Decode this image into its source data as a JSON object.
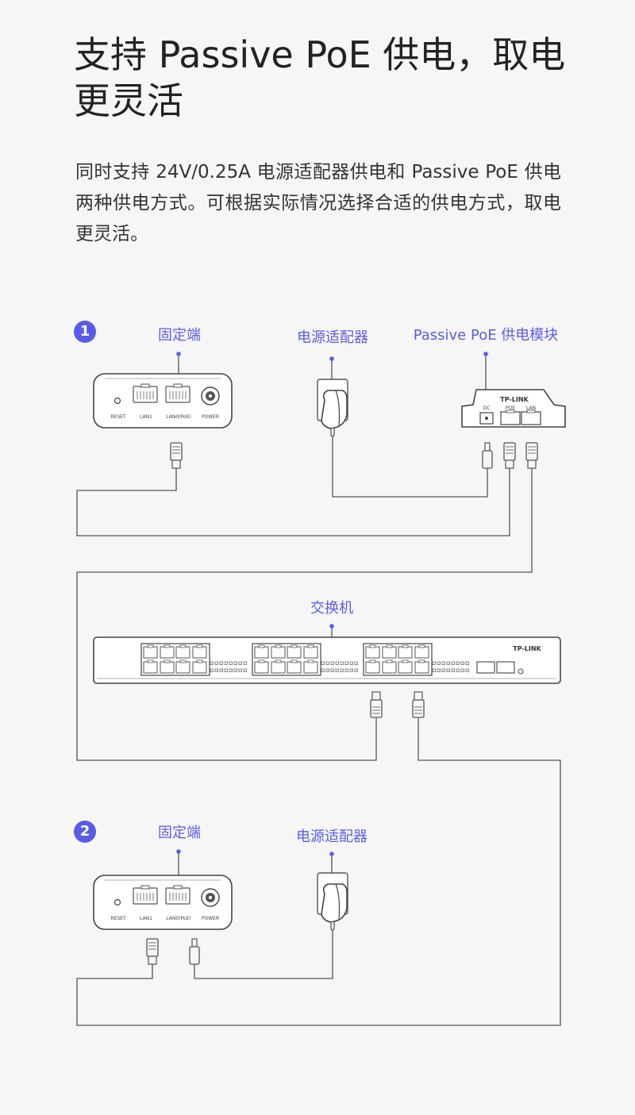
{
  "title": "支持 Passive PoE 供电，取电更灵活",
  "description": "同时支持 24V/0.25A 电源适配器供电和 Passive PoE 供电两种供电方式。可根据实际情况选择合适的供电方式，取电更灵活。",
  "scenario1": {
    "number": "1",
    "fixed_end_label": "固定端",
    "adapter_label": "电源适配器",
    "poe_module_label": "Passive PoE 供电模块",
    "device_ports": {
      "reset": "RESET",
      "lan1": "LAN1",
      "lan0": "LAN0(PoE)",
      "power": "POWER"
    },
    "poe_module": {
      "brand": "TP-LINK",
      "dc": "DC",
      "poe": "POE",
      "lan": "LAN"
    }
  },
  "switch": {
    "label": "交换机",
    "brand": "TP-LINK"
  },
  "scenario2": {
    "number": "2",
    "fixed_end_label": "固定端",
    "adapter_label": "电源适配器",
    "device_ports": {
      "reset": "RESET",
      "lan1": "LAN1",
      "lan0": "LAN0(PoE)",
      "power": "POWER"
    }
  },
  "colors": {
    "accent": "#5a5ce8",
    "line": "#555555",
    "text": "#222222"
  }
}
